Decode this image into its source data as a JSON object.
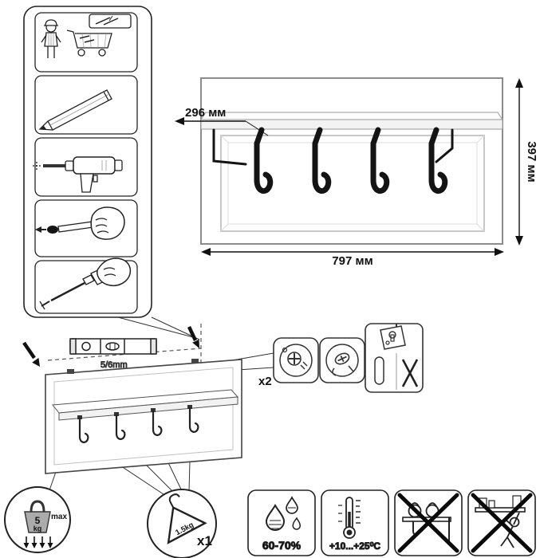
{
  "meta": {
    "background": "#ffffff",
    "ink": "#1a1a1a",
    "gray": "#9a9a9a"
  },
  "product": {
    "depth_label": "296 мм",
    "height_label": "397 мм",
    "width_label": "797 мм"
  },
  "installation": {
    "drill_size_label": "5/6mm",
    "fastener_count_label": "x2"
  },
  "load_limits": {
    "shelf_max_value": "5",
    "shelf_max_unit": "kg",
    "shelf_max_suffix": "max",
    "hook_max_label": "1.5kg",
    "hanger_count_label": "x1"
  },
  "environment": {
    "humidity_label": "60-70%",
    "temperature_label": "+10...+25⁰C"
  },
  "icons": {
    "step_icons": [
      "person-cart-icon",
      "pencil-icon",
      "drill-icon",
      "dowel-insert-icon",
      "screwdriver-icon"
    ],
    "detail_icons": [
      "screw-head-icon",
      "screw-angle-icon",
      "keyhole-bracket-icon",
      "keyhole-slot-icon",
      "wrong-mark-icon"
    ],
    "limit_icons": [
      "weight-icon",
      "hanger-icon",
      "spirit-level-icon",
      "wall-anchor-arrow-icon"
    ],
    "care_icons": [
      "humidity-drops-icon",
      "thermometer-icon",
      "no-overload-icon",
      "no-climbing-icon"
    ]
  }
}
